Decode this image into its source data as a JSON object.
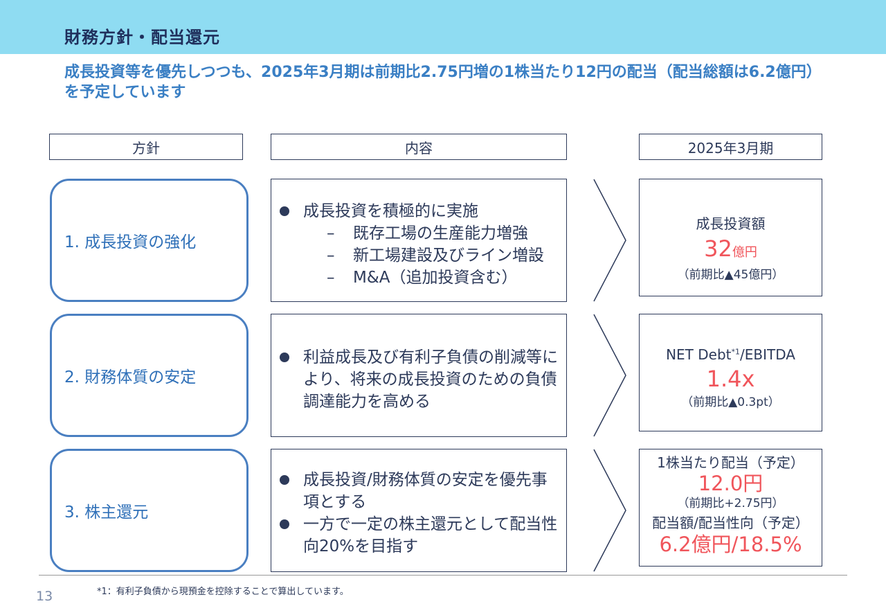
{
  "header": {
    "title": "財務方針・配当還元",
    "subtitle": "成長投資等を優先しつつも、2025年3月期は前期比2.75円増の1株当たり12円の配当（配当総額は6.2億円）を予定しています"
  },
  "columns": {
    "policy": "方針",
    "content": "内容",
    "period": "2025年3月期"
  },
  "rows": [
    {
      "policy": "1. 成長投資の強化",
      "bullets": [
        "成長投資を積極的に実施"
      ],
      "sub_items": [
        "既存工場の生産能力増強",
        "新工場建設及びライン増設",
        "M&A（追加投資含む）"
      ],
      "result_label": "成長投資額",
      "result_value": "32",
      "result_unit": "億円",
      "result_note": "（前期比▲45億円）"
    },
    {
      "policy": "2. 財務体質の安定",
      "bullets": [
        "利益成長及び有利子負債の削減等により、将来の成長投資のための負債調達能力を高める"
      ],
      "result_label_pre": "NET Debt",
      "result_label_sup": "*1",
      "result_label_post": "/EBITDA",
      "result_value": "1.4x",
      "result_note": "（前期比▲0.3pt）"
    },
    {
      "policy": "3. 株主還元",
      "bullets": [
        "成長投資/財務体質の安定を優先事項とする",
        "一方で一定の株主還元として配当性向20%を目指す"
      ],
      "result_label": "1株当たり配当（予定）",
      "result_value": "12.0円",
      "result_note": "（前期比+2.75円）",
      "result_label2": "配当額/配当性向（予定）",
      "result_value2": "6.2億円/18.5%"
    }
  ],
  "footer": {
    "page_number": "13",
    "footnote": "*1：有利子負債から現預金を控除することで算出しています。"
  },
  "colors": {
    "header_band": "#8fdcf2",
    "title": "#1f2f5c",
    "subtitle": "#3a7fc4",
    "policy_border": "#4a7fc1",
    "policy_text": "#2f70b8",
    "highlight": "#f0555b",
    "text": "#2d3a5a"
  }
}
